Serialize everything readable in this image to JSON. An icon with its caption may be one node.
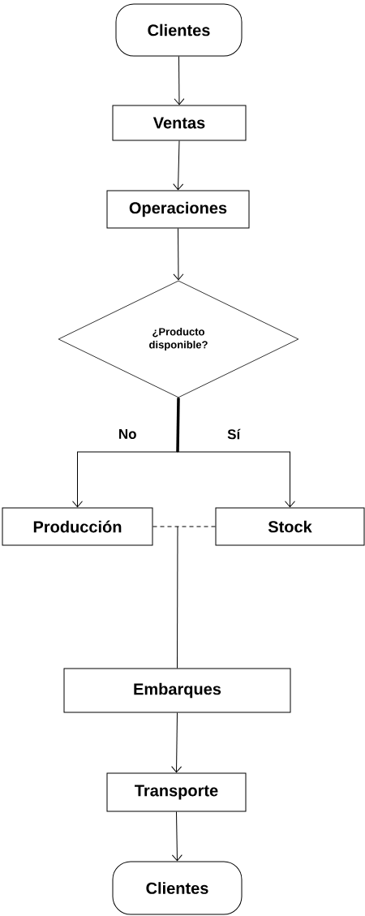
{
  "diagram": {
    "nodes": [
      {
        "text": [
          "Clientes"
        ]
      },
      {
        "text": [
          "Ventas"
        ]
      },
      {
        "text": [
          "Operaciones"
        ]
      },
      {
        "text": [
          "¿Producto disponible?"
        ]
      },
      {
        "text": [
          "Producción"
        ]
      },
      {
        "text": [
          "Stock"
        ]
      },
      {
        "text": [
          "Embarques"
        ]
      },
      {
        "text": [
          "Transporte"
        ]
      },
      {
        "text": [
          "Clientes"
        ]
      }
    ],
    "edges": [
      {
        "from": 0,
        "to": 1,
        "arrow": "to"
      },
      {
        "from": 1,
        "to": 2,
        "arrow": "to"
      },
      {
        "from": 2,
        "to": 3,
        "arrow": "to"
      },
      {
        "from": 3,
        "to": 4,
        "arrow": "to",
        "label": "No"
      },
      {
        "from": 3,
        "to": 5,
        "arrow": "to",
        "label": "Sí"
      },
      {
        "from": 4,
        "to": 5,
        "arrow": "none",
        "style": "dashed"
      },
      {
        "from": null,
        "to": 6,
        "arrow": "none"
      },
      {
        "from": 6,
        "to": 7,
        "arrow": "to"
      },
      {
        "from": 7,
        "to": 8,
        "arrow": "to"
      }
    ]
  }
}
